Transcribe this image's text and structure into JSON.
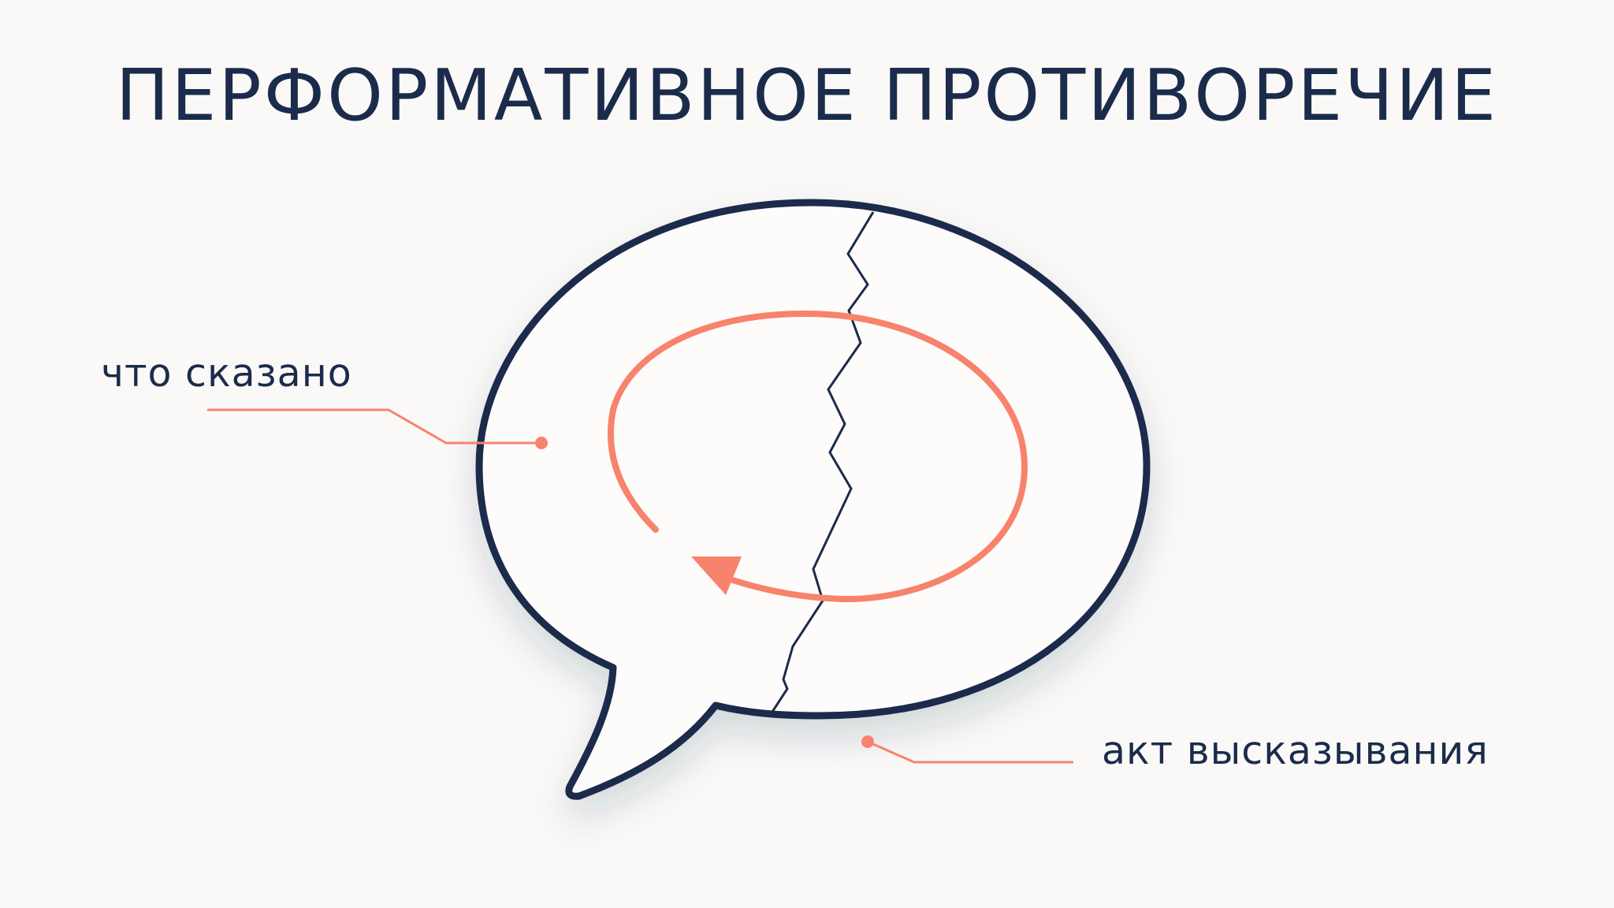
{
  "title": "ПЕРФОРМАТИВНОЕ ПРОТИВОРЕЧИЕ",
  "callouts": {
    "said": "что сказано",
    "act": "акт высказывания"
  },
  "colors": {
    "background": "#faf9f7",
    "ink": "#1b2b4b",
    "accent": "#f7836d"
  },
  "icons": {
    "bubble": "speech-bubble-icon",
    "loop": "circular-arrow-icon",
    "crack": "crack-line-icon"
  }
}
